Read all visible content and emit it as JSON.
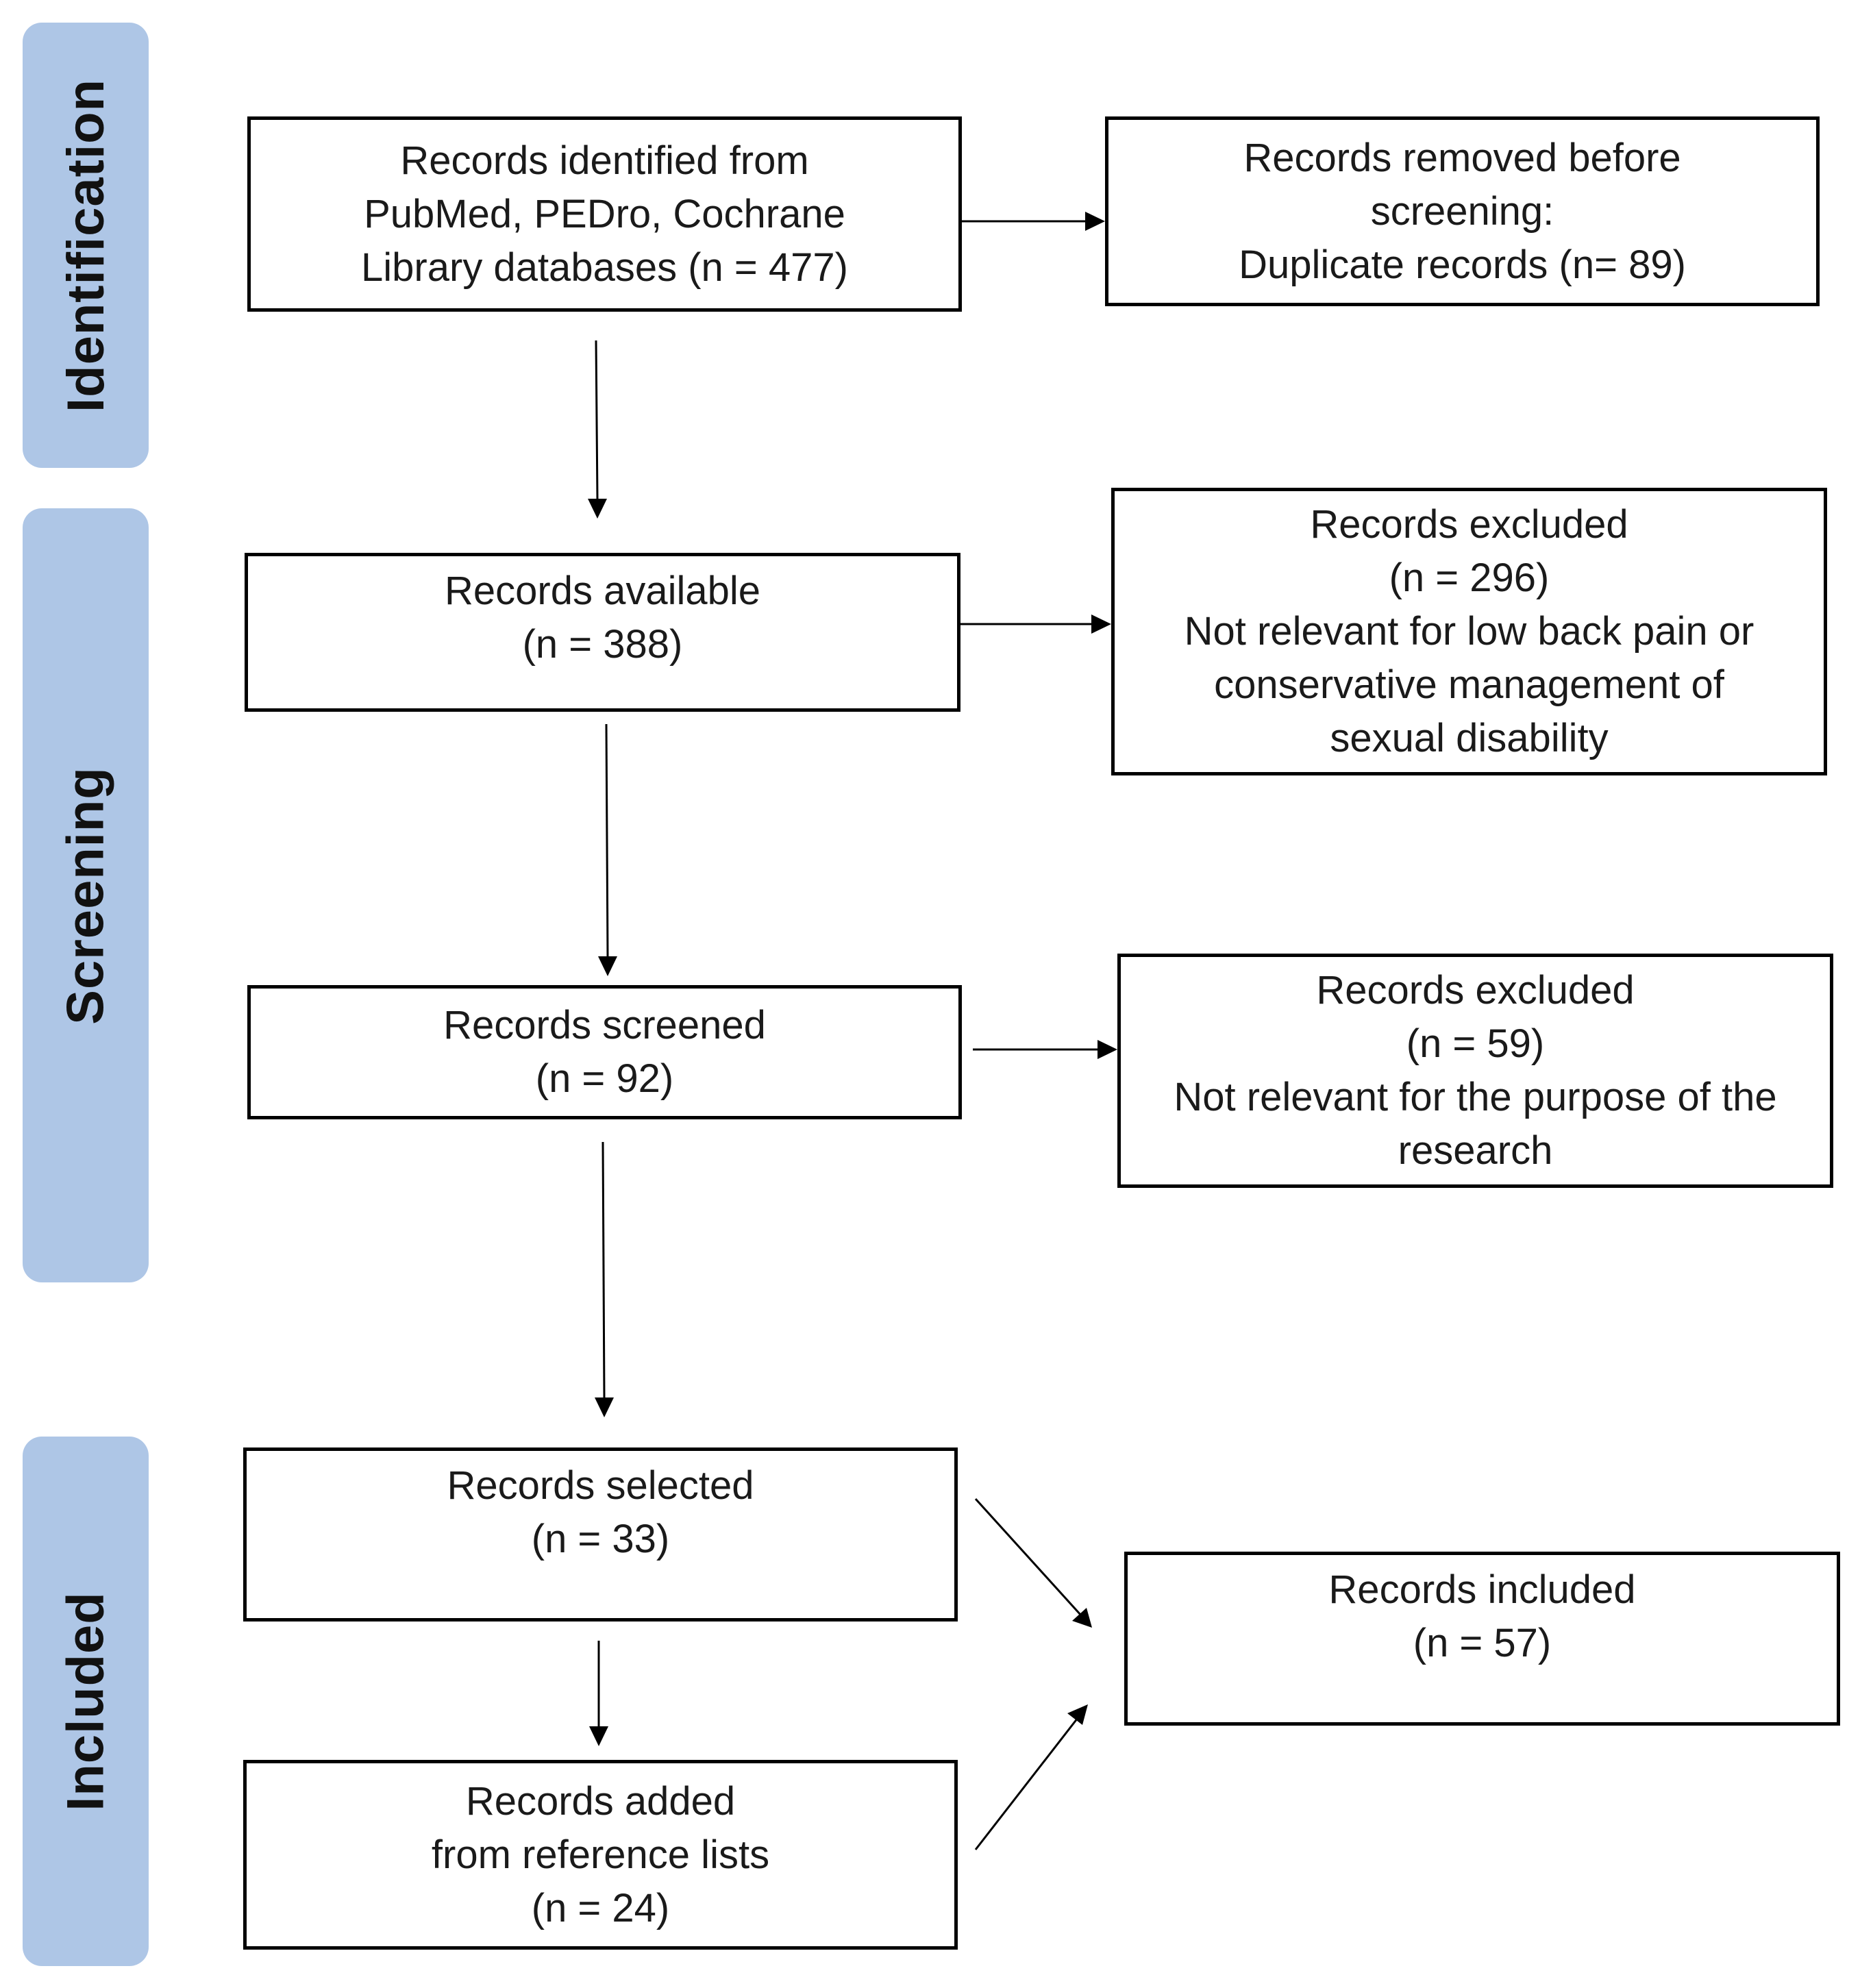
{
  "stages": {
    "identification": "Identification",
    "screening": "Screening",
    "included": "Included"
  },
  "boxes": {
    "identified": {
      "line1": "Records identified from",
      "line2": "PubMed, PEDro, Cochrane",
      "line3": "Library databases (n = 477)"
    },
    "removed": {
      "line1": "Records removed before",
      "line2": "screening:",
      "line3": "Duplicate records (n= 89)"
    },
    "available": {
      "line1": "Records available",
      "line2": "(n = 388)"
    },
    "excluded_1": {
      "line1": "Records excluded",
      "line2": "(n = 296)",
      "line3": "Not relevant for low back pain or",
      "line4": "conservative management of",
      "line5": "sexual disability"
    },
    "screened": {
      "line1": "Records screened",
      "line2": "(n = 92)"
    },
    "excluded_2": {
      "line1": "Records excluded",
      "line2": "(n = 59)",
      "line3": "Not relevant for the purpose of the",
      "line4": "research"
    },
    "selected": {
      "line1": "Records selected",
      "line2": "(n = 33)"
    },
    "added": {
      "line1": "Records added",
      "line2": "from reference lists",
      "line3": "(n = 24)"
    },
    "included": {
      "line1": "Records included",
      "line2": "(n = 57)"
    }
  }
}
